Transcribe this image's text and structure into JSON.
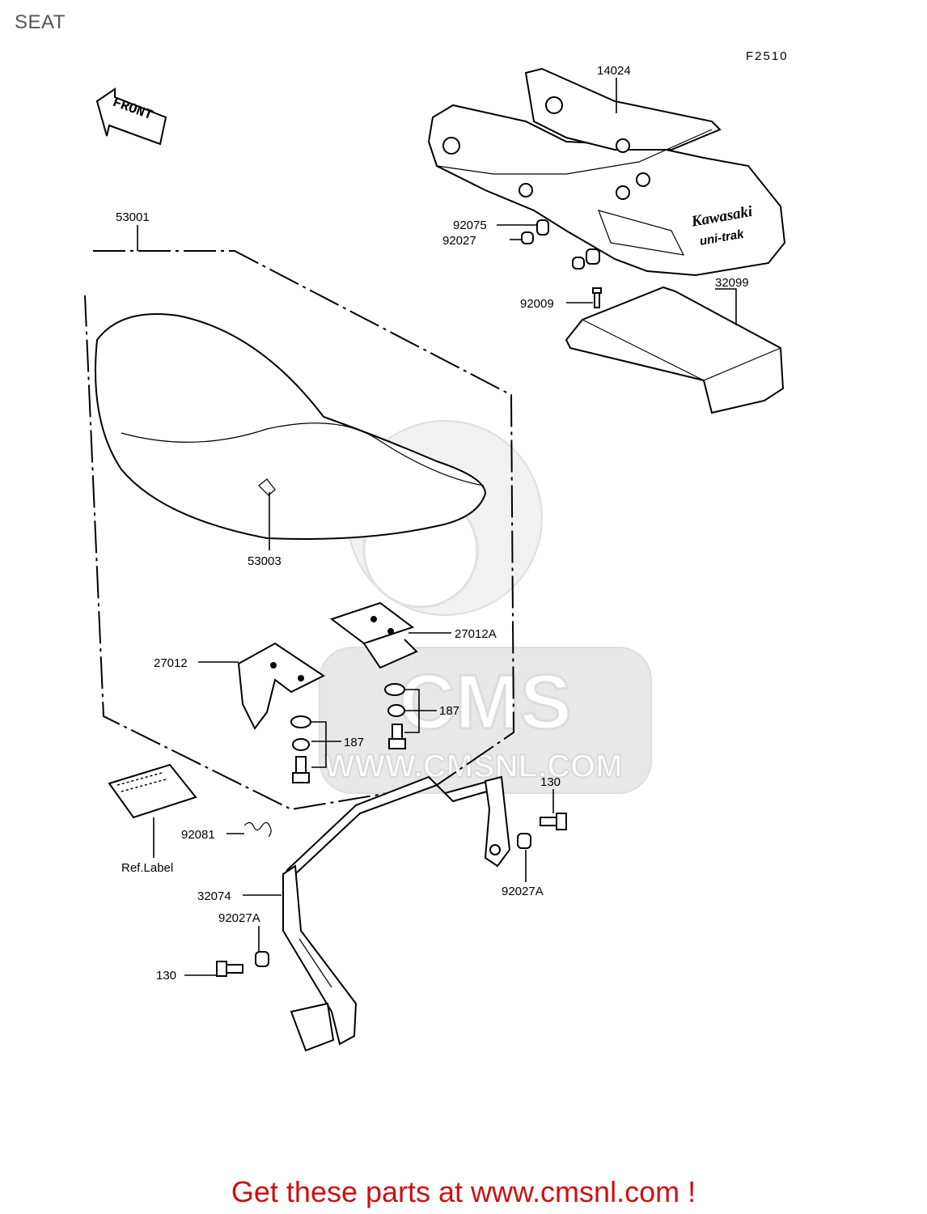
{
  "page": {
    "title": "SEAT",
    "figure_code": "F2510",
    "footer_text": "Get these parts at www.cmsnl.com !"
  },
  "colors": {
    "footer": "#cc1111",
    "title": "#555555",
    "watermark": "#e6e6e6"
  },
  "watermark": {
    "brand": "CMS",
    "url": "WWW.CMSNL.COM"
  },
  "arrow": {
    "label": "FRONT"
  },
  "tail_cover": {
    "brand": "Kawasaki",
    "sub": "uni-trak"
  },
  "callouts": {
    "c14024": "14024",
    "c53001": "53001",
    "c92075": "92075",
    "c92027": "92027",
    "c92009": "92009",
    "c32099": "32099",
    "c53003": "53003",
    "c27012A": "27012A",
    "c27012": "27012",
    "c187a": "187",
    "c187b": "187",
    "c130a": "130",
    "c92081": "92081",
    "cRef": "Ref.Label",
    "c92027Aa": "92027A",
    "c32074": "32074",
    "c92027Ab": "92027A",
    "c130b": "130"
  }
}
